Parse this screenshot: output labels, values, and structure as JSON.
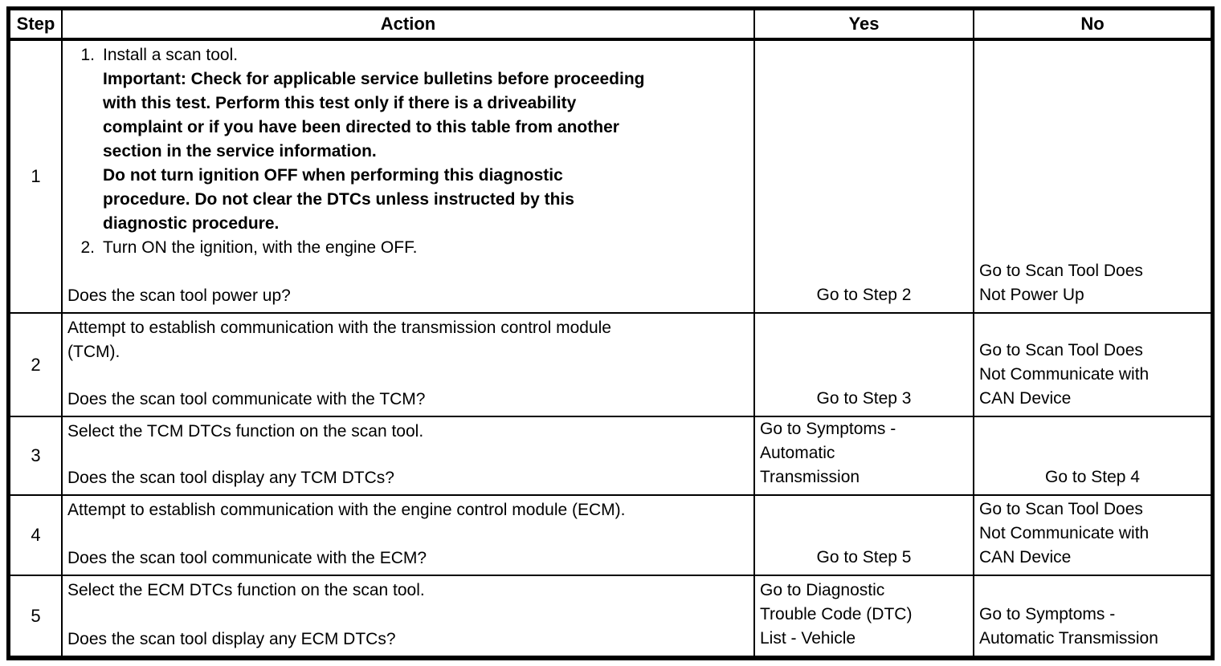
{
  "table": {
    "headers": {
      "step": "Step",
      "action": "Action",
      "yes": "Yes",
      "no": "No"
    },
    "rows": [
      {
        "step": "1",
        "item1_number": "1.",
        "item1_text": "Install a scan tool.",
        "item1_important": "Important: Check for applicable service bulletins before proceeding\nwith this test. Perform this test only if there is a driveability\ncomplaint or if you have been directed to this table from another\nsection in the service information.",
        "item1_warning": "Do not turn ignition OFF when performing this diagnostic\nprocedure. Do not clear the DTCs unless instructed by this\ndiagnostic procedure.",
        "item2_number": "2.",
        "item2_text": "Turn ON the ignition, with the engine OFF.",
        "question": "Does the scan tool power up?",
        "yes": "Go to Step 2",
        "no": "Go to Scan Tool Does\nNot Power Up"
      },
      {
        "step": "2",
        "action": "Attempt to establish communication with the transmission control module\n(TCM).",
        "question": "Does the scan tool communicate with the TCM?",
        "yes": "Go to Step 3",
        "no": "Go to Scan Tool Does\nNot Communicate with\nCAN Device"
      },
      {
        "step": "3",
        "action": "Select the TCM DTCs function on the scan tool.",
        "question": "Does the scan tool display any TCM DTCs?",
        "yes": "Go to Symptoms -\nAutomatic\nTransmission",
        "no": "Go to Step 4"
      },
      {
        "step": "4",
        "action": "Attempt to establish communication with the engine control module (ECM).",
        "question": "Does the scan tool communicate with the ECM?",
        "yes": "Go to Step 5",
        "no": "Go to Scan Tool Does\nNot Communicate with\nCAN Device"
      },
      {
        "step": "5",
        "action": "Select the ECM DTCs function on the scan tool.",
        "question": "Does the scan tool display any ECM DTCs?",
        "yes": "Go to Diagnostic\nTrouble Code (DTC)\nList - Vehicle",
        "no": "Go to Symptoms -\nAutomatic Transmission"
      }
    ]
  }
}
